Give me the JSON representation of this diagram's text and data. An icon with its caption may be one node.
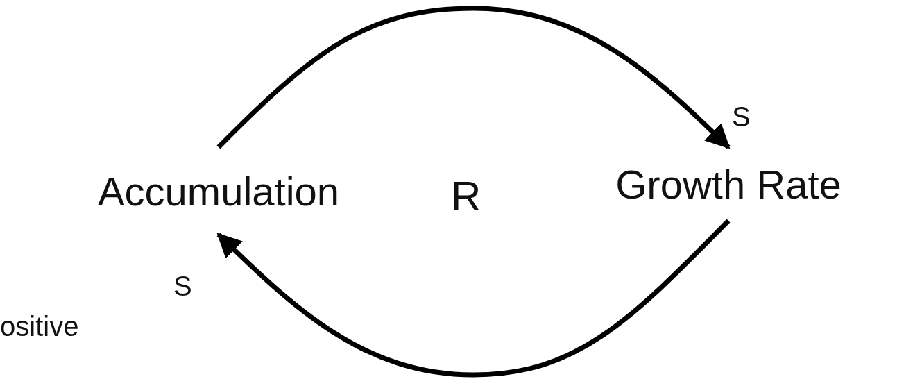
{
  "diagram": {
    "nodes": [
      {
        "text": [
          "Accumulation"
        ]
      },
      {
        "text": [
          "Growth Rate"
        ]
      }
    ],
    "edges": [
      {
        "from": 0,
        "to": 1,
        "arrow": "to",
        "label": "S"
      },
      {
        "from": 1,
        "to": 0,
        "arrow": "to",
        "label": "S"
      }
    ],
    "labels": [
      "R",
      "ositive"
    ]
  }
}
